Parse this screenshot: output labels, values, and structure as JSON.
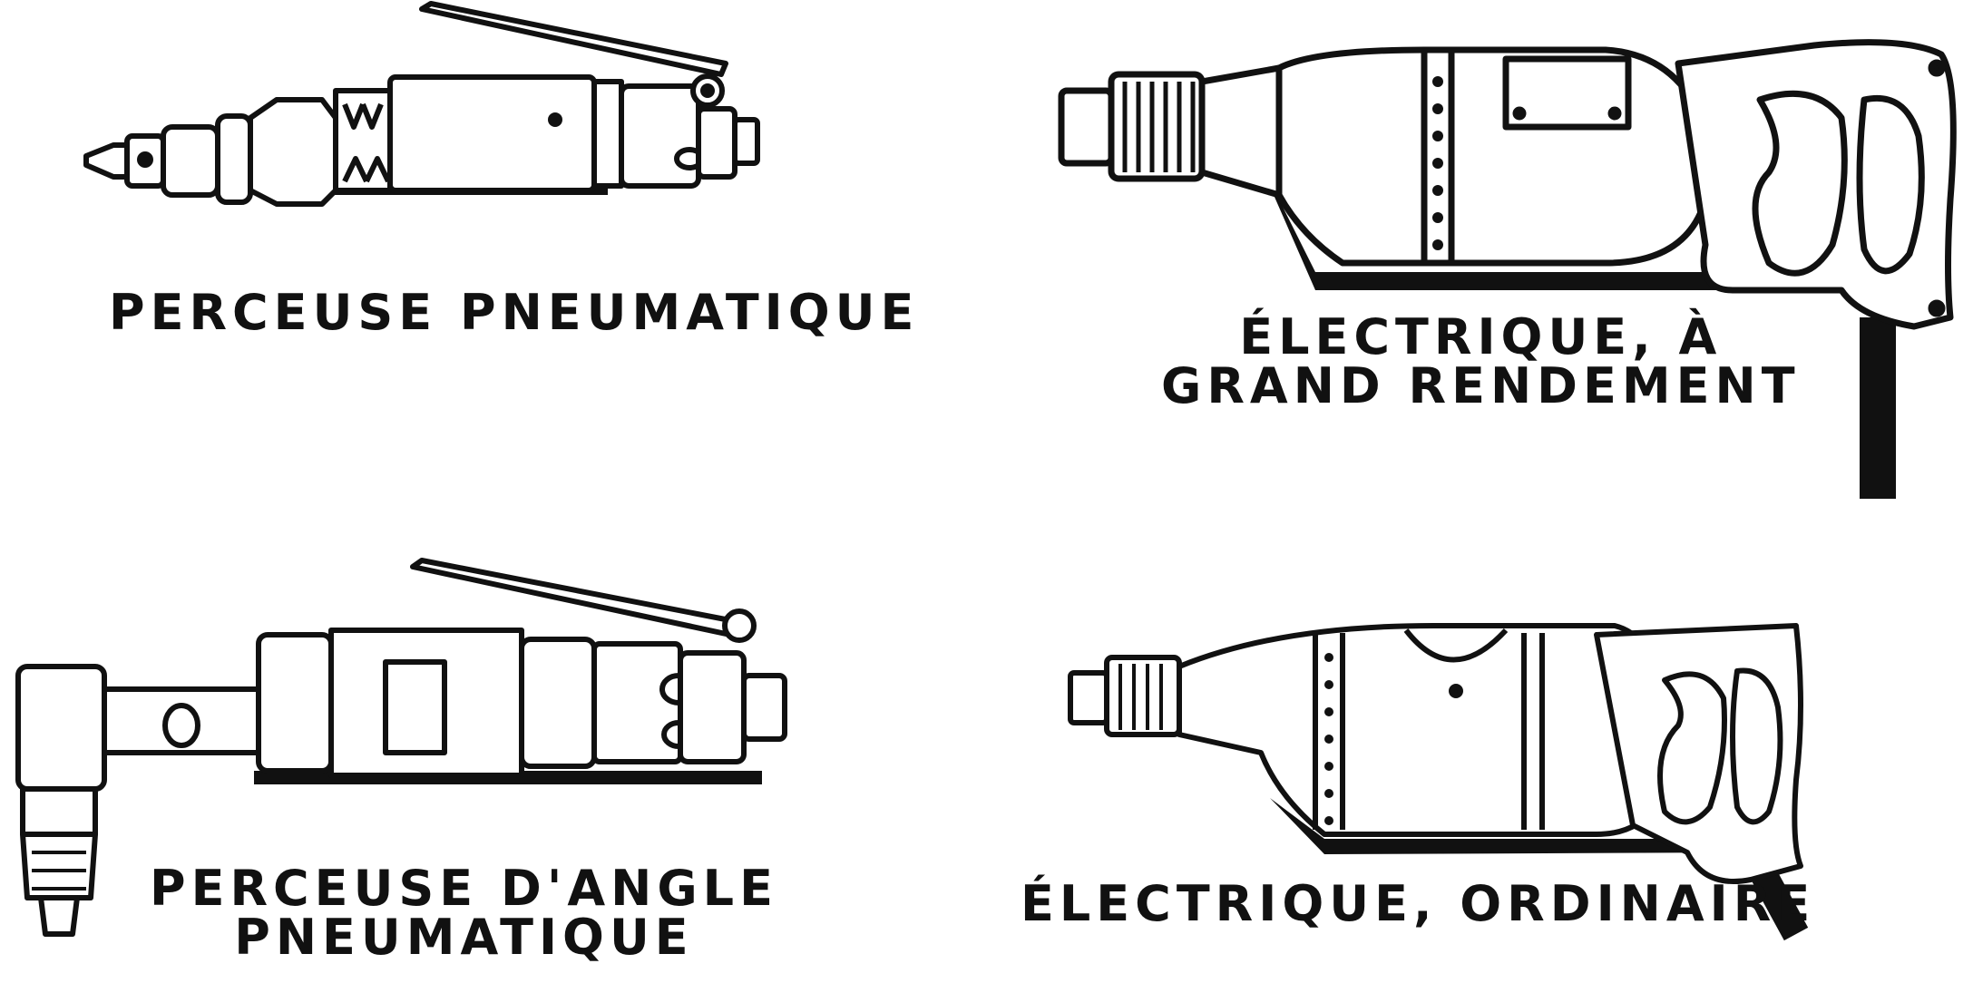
{
  "figure": {
    "panels": [
      {
        "id": "pneumatic-drill",
        "caption_lines": [
          "PERCEUSE PNEUMATIQUE"
        ],
        "icon": "pneumatic-drill-icon"
      },
      {
        "id": "electric-heavy-duty-drill",
        "caption_lines": [
          "ÉLECTRIQUE, À",
          "GRAND RENDEMENT"
        ],
        "icon": "electric-heavy-duty-drill-icon"
      },
      {
        "id": "pneumatic-angle-drill",
        "caption_lines": [
          "PERCEUSE D'ANGLE",
          "PNEUMATIQUE"
        ],
        "icon": "pneumatic-angle-drill-icon"
      },
      {
        "id": "electric-standard-drill",
        "caption_lines": [
          "ÉLECTRIQUE, ORDINAIRE"
        ],
        "icon": "electric-standard-drill-icon"
      }
    ],
    "colors": {
      "ink": "#111111",
      "paper": "#ffffff"
    }
  }
}
